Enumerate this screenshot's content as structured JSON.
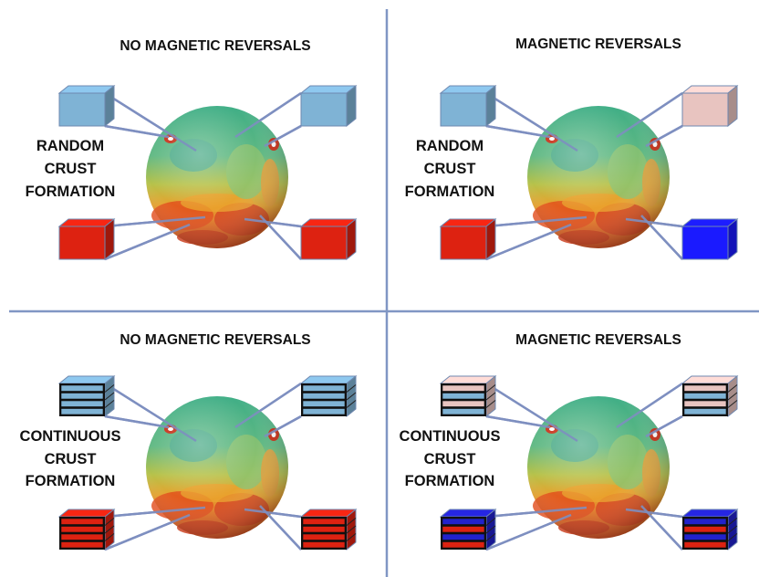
{
  "panels": [
    {
      "title": "NO MAGNETIC REVERSALS",
      "label_lines": [
        "RANDOM",
        "CRUST",
        "FORMATION"
      ],
      "formation": "random",
      "blocks": {
        "top_left": [
          "#7fb3d5"
        ],
        "top_right": [
          "#7fb3d5"
        ],
        "bottom_left": [
          "#dd2211"
        ],
        "bottom_right": [
          "#dd2211"
        ]
      }
    },
    {
      "title": "MAGNETIC REVERSALS",
      "label_lines": [
        "RANDOM",
        "CRUST",
        "FORMATION"
      ],
      "formation": "random",
      "blocks": {
        "top_left": [
          "#7fb3d5"
        ],
        "top_right": [
          "#e8c4c0"
        ],
        "bottom_left": [
          "#dd2211"
        ],
        "bottom_right": [
          "#1a1aff"
        ]
      }
    },
    {
      "title": "NO MAGNETIC REVERSALS",
      "label_lines": [
        "CONTINUOUS",
        "CRUST",
        "FORMATION"
      ],
      "formation": "continuous",
      "blocks": {
        "top_left": [
          "#7fb3d5",
          "#7fb3d5",
          "#7fb3d5",
          "#7fb3d5"
        ],
        "top_right": [
          "#7fb3d5",
          "#7fb3d5",
          "#7fb3d5",
          "#7fb3d5"
        ],
        "bottom_left": [
          "#dd2211",
          "#dd2211",
          "#dd2211",
          "#dd2211"
        ],
        "bottom_right": [
          "#dd2211",
          "#dd2211",
          "#dd2211",
          "#dd2211"
        ]
      }
    },
    {
      "title": "MAGNETIC REVERSALS",
      "label_lines": [
        "CONTINUOUS",
        "CRUST",
        "FORMATION"
      ],
      "formation": "continuous",
      "blocks": {
        "top_left": [
          "#e8c4c0",
          "#7fb3d5",
          "#e8c4c0",
          "#7fb3d5"
        ],
        "top_right": [
          "#e8c4c0",
          "#7fb3d5",
          "#e8c4c0",
          "#7fb3d5"
        ],
        "bottom_left": [
          "#2222cc",
          "#dd2211",
          "#2222cc",
          "#dd2211"
        ],
        "bottom_right": [
          "#2222cc",
          "#dd2211",
          "#2222cc",
          "#dd2211"
        ]
      }
    }
  ],
  "colors": {
    "divider": "#8096c4",
    "connector": "#7e8fc0",
    "block_outline": "#6f88b0",
    "stripe_outline": "#111111"
  },
  "icons": {
    "planet": "mars-topography-globe"
  }
}
